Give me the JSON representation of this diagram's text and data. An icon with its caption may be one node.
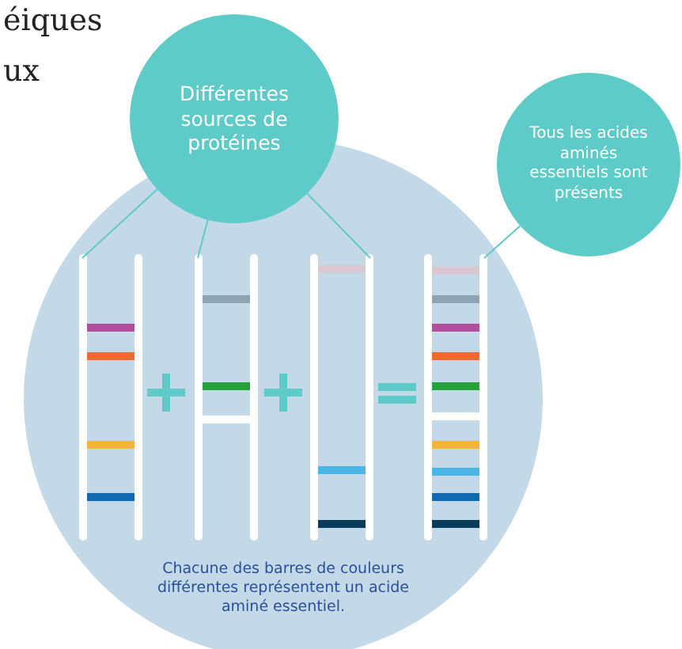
{
  "diagram": {
    "nodes": [
      {
        "text": [
          "Chacune des barres de couleurs différentes représentent un acide aminé essentiel."
        ]
      },
      {
        "text": [
          "Différentes sources de protéines"
        ]
      },
      {
        "text": [
          "Tous les acides aminés essentiels sont présents"
        ]
      },
      {
        "text": [],
        "shape": "ladder",
        "in": 0
      },
      {
        "text": [],
        "shape": "ladder",
        "in": 0
      },
      {
        "text": [],
        "shape": "ladder",
        "in": 0
      },
      {
        "text": [],
        "shape": "ladder",
        "in": 0
      }
    ],
    "edges": [
      {
        "from": 1,
        "to": 3,
        "arrow": "none"
      },
      {
        "from": 1,
        "to": 4,
        "arrow": "none"
      },
      {
        "from": 1,
        "to": 5,
        "arrow": "none"
      },
      {
        "from": 2,
        "to": 6,
        "arrow": "none"
      }
    ],
    "labels": [
      "éiques",
      "ux"
    ]
  }
}
